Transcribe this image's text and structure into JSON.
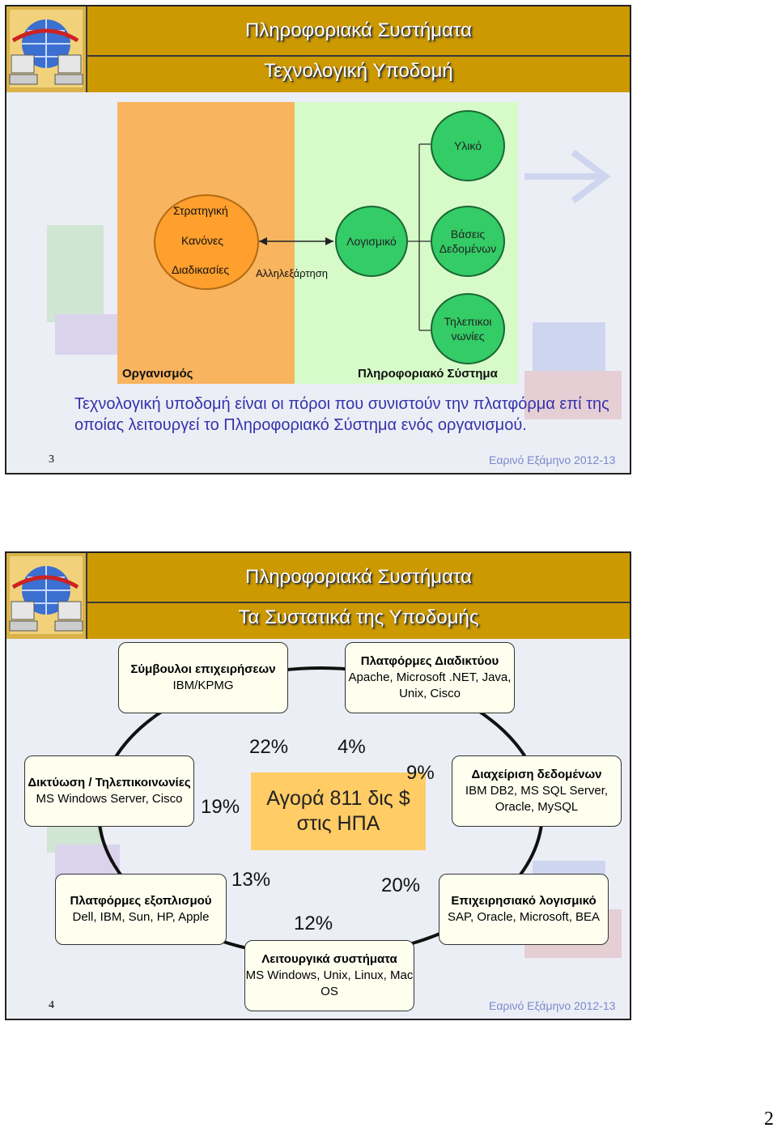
{
  "slide1": {
    "title": "Πληροφοριακά Συστήματα",
    "subtitle": "Τεχνολογική Υποδομή",
    "org_circle": {
      "line1": "Στρατηγική",
      "line2": "Κανόνες",
      "line3": "Διαδικασίες"
    },
    "interdependence": "Αλληλεξάρτηση",
    "software": "Λογισμικό",
    "hardware": "Υλικό",
    "databases": {
      "line1": "Βάσεις",
      "line2": "Δεδομένων"
    },
    "telecom": {
      "line1": "Τηλεπικοι",
      "line2": "νωνίες"
    },
    "org_label": "Οργανισμός",
    "is_label": "Πληροφοριακό Σύστημα",
    "description": "Τεχνολογική υποδομή είναι οι πόροι που συνιστούν την πλατφόρμα επί της οποίας λειτουργεί το Πληροφοριακό Σύστημα ενός οργανισμού.",
    "page_number": "3",
    "footer": "Εαρινό Εξάμηνο 2012-13"
  },
  "slide2": {
    "title": "Πληροφοριακά Συστήματα",
    "subtitle": "Τα Συστατικά της Υποδομής",
    "consultants": {
      "title": "Σύμβουλοι επιχειρήσεων",
      "detail": "IBM/KPMG"
    },
    "internet": {
      "title": "Πλατφόρμες Διαδικτύου",
      "detail": "Apache, Microsoft .NET, Java, Unix, Cisco"
    },
    "networking": {
      "title": "Δικτύωση / Τηλεπικοινωνίες",
      "detail": "MS Windows Server, Cisco"
    },
    "data_mgmt": {
      "title": "Διαχείριση δεδομένων",
      "detail": "IBM DB2, MS SQL Server, Oracle, MySQL"
    },
    "hardware": {
      "title": "Πλατφόρμες εξοπλισμού",
      "detail": "Dell, IBM, Sun, HP, Apple"
    },
    "enterprise": {
      "title": "Επιχειρησιακό λογισμικό",
      "detail": "SAP, Oracle, Microsoft, BEA"
    },
    "os": {
      "title": "Λειτουργικά συστήματα",
      "detail": "MS Windows, Unix, Linux, Mac OS"
    },
    "market": {
      "line1": "Αγορά 811 δις $",
      "line2": "στις ΗΠΑ"
    },
    "percentages": {
      "consultants": "22%",
      "internet": "4%",
      "data_mgmt": "9%",
      "networking": "19%",
      "hardware": "13%",
      "enterprise": "20%",
      "os": "12%"
    },
    "page_number": "4",
    "footer": "Εαρινό Εξάμηνο 2012-13"
  },
  "document_page_number": "2"
}
